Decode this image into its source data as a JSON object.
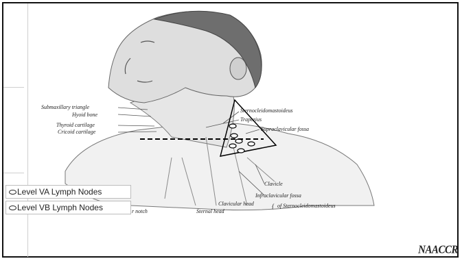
{
  "labels": {
    "submaxillary_triangle": "Submaxillary triangle",
    "hyoid_bone": "Hyoid bone",
    "thyroid_cartilage": "Thyroid cartilage",
    "cricoid_cartilage": "Cricoid cartilage",
    "sternocleidomastoideus": "Sternocleidomastoideus",
    "trapezius": "Trapezius",
    "supraclavicular_fossa": "Supraclavicular fossa",
    "clavicle": "Clavicle",
    "infraclavicular_fossa": "Infraclavicular fossa",
    "clavicular_head": "Clavicular head",
    "sternal_head": "Sternal head",
    "of_sternocleidomastoideus": "of Sternocleidomastoideus",
    "notch": "r notch"
  },
  "legend": {
    "va": "Level VA Lymph Nodes",
    "vb": "Level VB Lymph Nodes"
  },
  "logo": "NAACCR"
}
